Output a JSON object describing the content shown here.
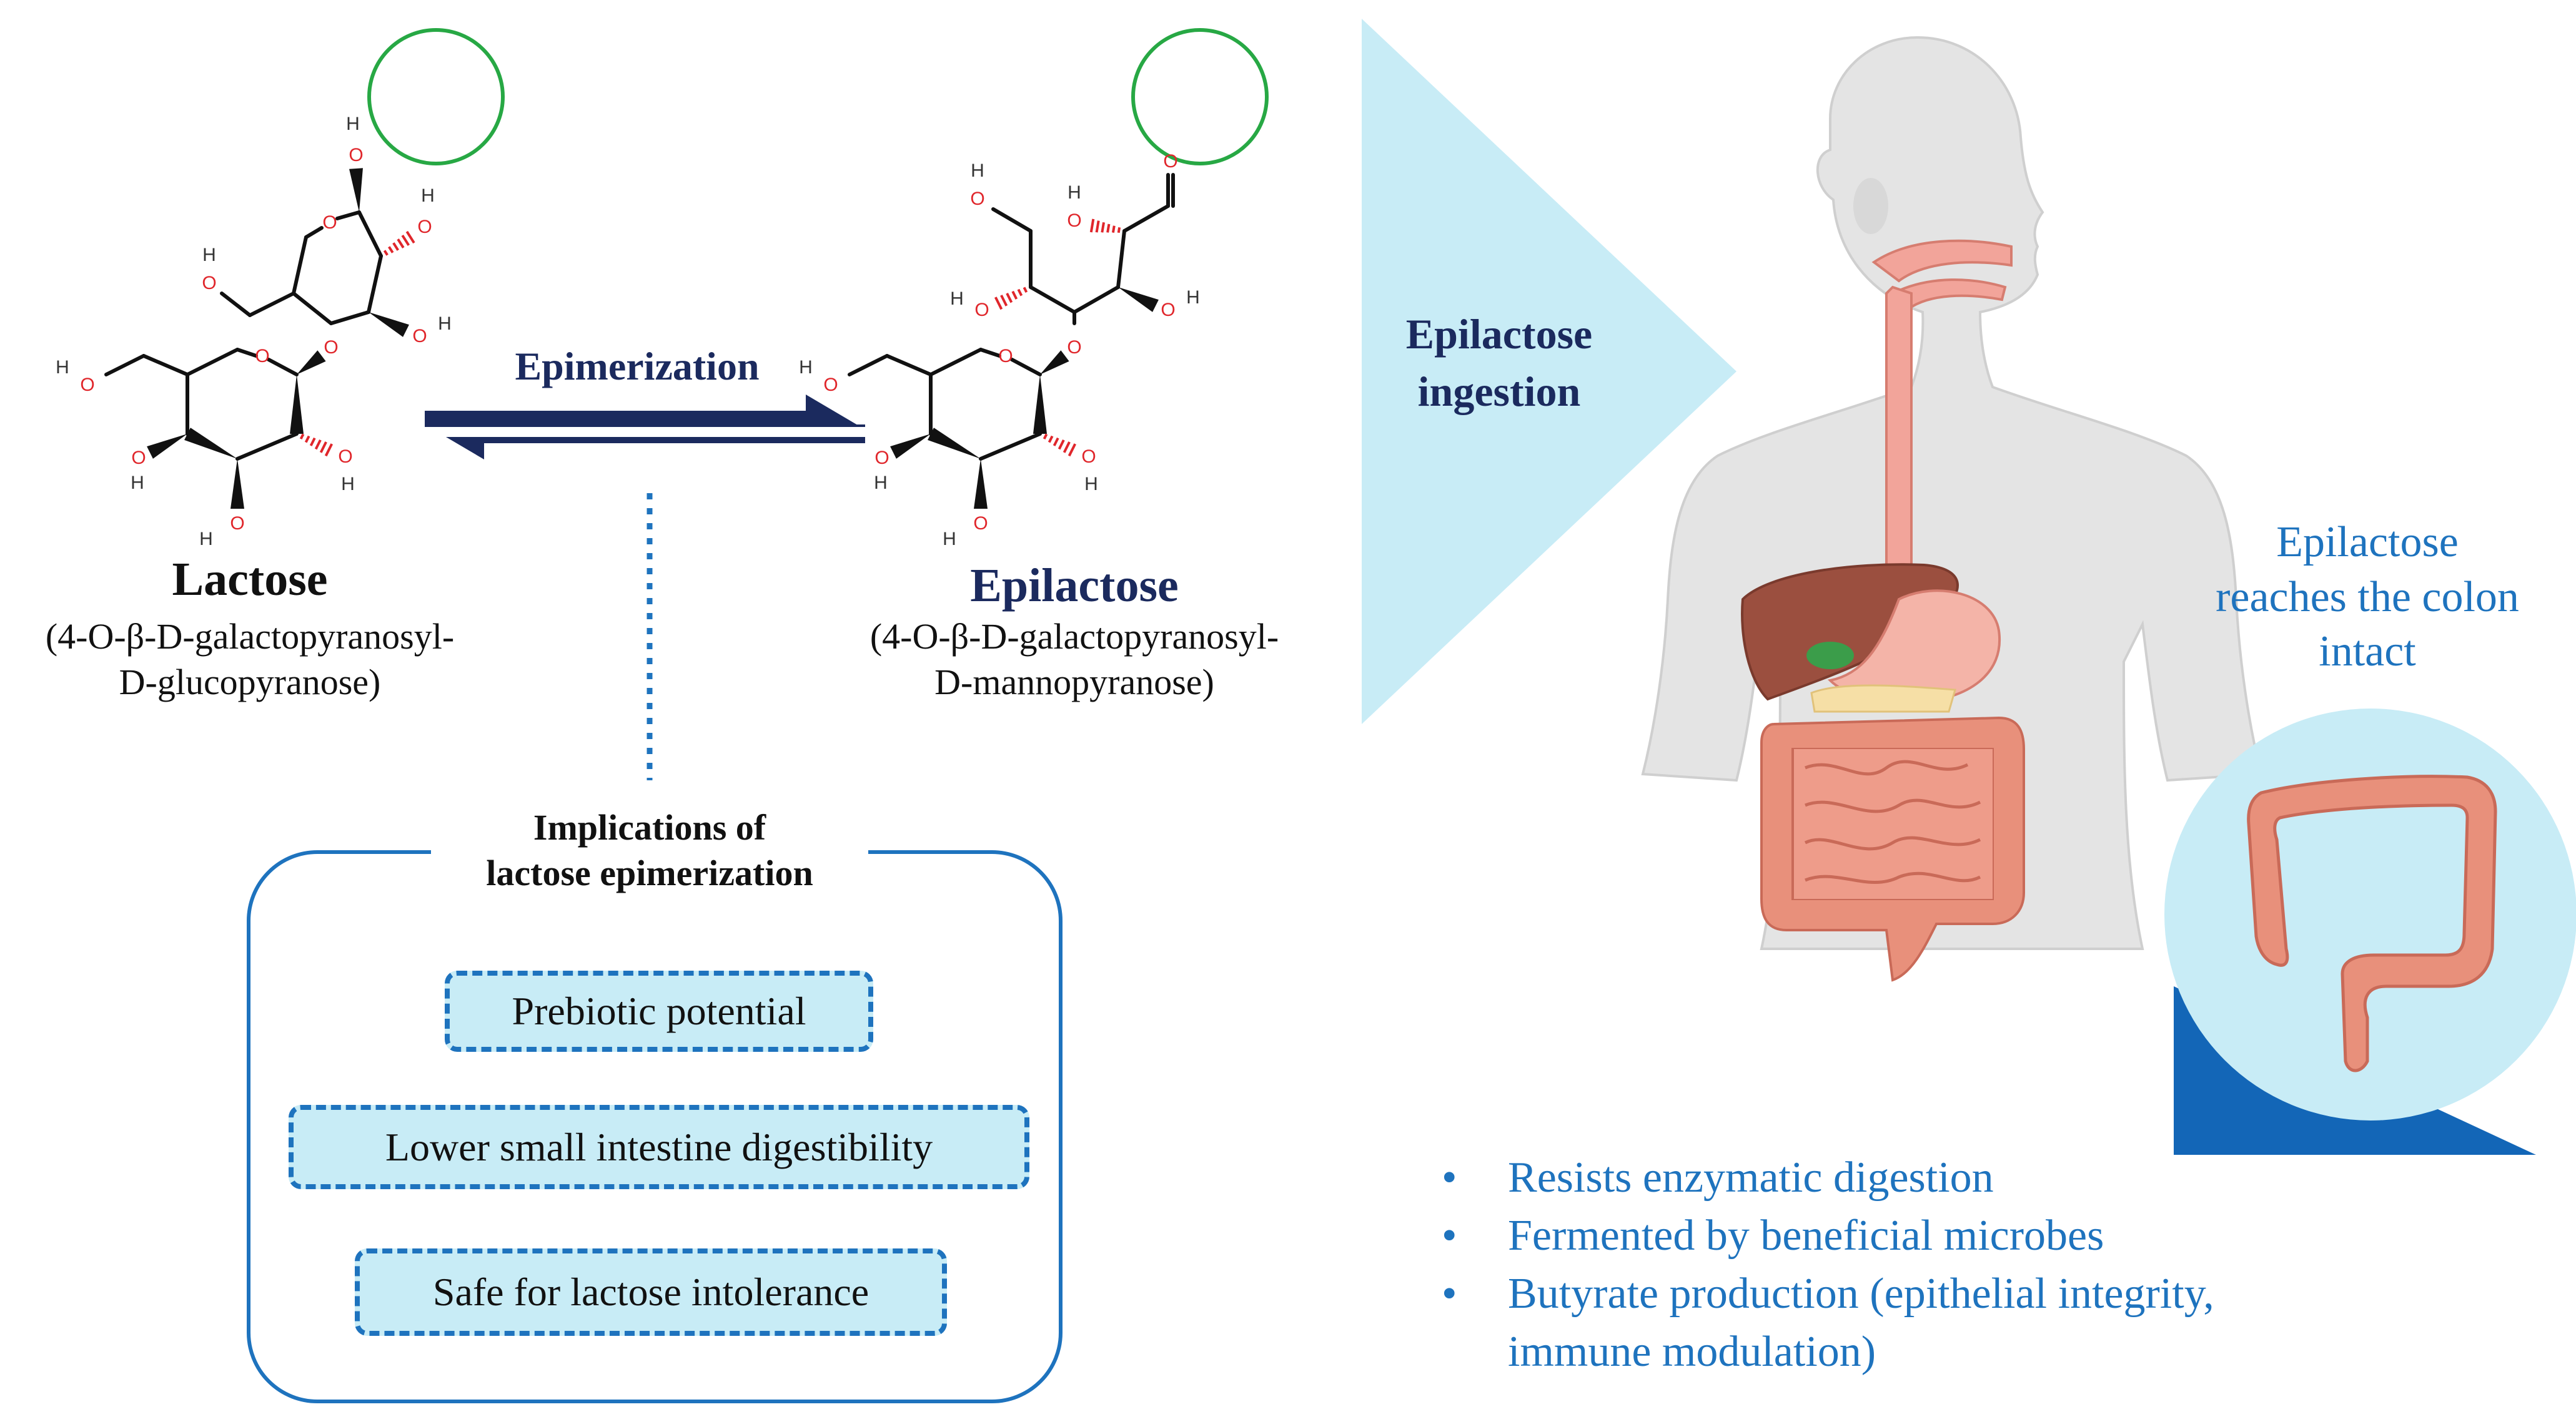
{
  "reaction": {
    "arrow_label": "Epimerization",
    "reactant": {
      "name": "Lactose",
      "iupac_line1": "(4-O-β-D-galactopyranosyl-",
      "iupac_line2": "D-glucopyranose)"
    },
    "product": {
      "name": "Epilactose",
      "iupac_line1": "(4-O-β-D-galactopyranosyl-",
      "iupac_line2": "D-mannopyranose)"
    }
  },
  "structure_atoms": {
    "oxygen": "O",
    "hydrogen": "H"
  },
  "implications": {
    "title_line1": "Implications of",
    "title_line2": "lactose epimerization",
    "items": [
      "Prebiotic potential",
      "Lower small intestine digestibility",
      "Safe for lactose intolerance"
    ]
  },
  "ingestion": {
    "label_line1": "Epilactose",
    "label_line2": "ingestion"
  },
  "colon": {
    "caption_line1": "Epilactose",
    "caption_line2": "reaches the colon",
    "caption_line3": "intact"
  },
  "outcomes": {
    "bullet": "•",
    "items": [
      "Resists enzymatic digestion",
      "Fermented by beneficial microbes",
      "Butyrate production (epithelial integrity,",
      "immune modulation)"
    ]
  },
  "colors": {
    "navy": "#1b2a5e",
    "accent_blue": "#1e73be",
    "light_blue": "#c8ecf6",
    "oxygen_red": "#e0262b",
    "highlight_green": "#27a844",
    "organ_salmon": "#e8907b"
  }
}
